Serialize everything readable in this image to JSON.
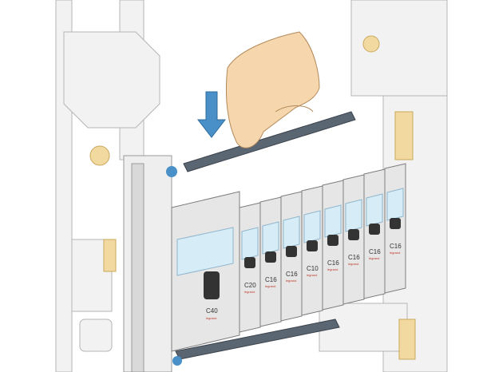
{
  "illustration": {
    "main_breaker": {
      "rating": "C40",
      "brand": "legrand"
    },
    "breaker_row": [
      {
        "rating": "C20",
        "brand": "legrand"
      },
      {
        "rating": "C16",
        "brand": "legrand"
      },
      {
        "rating": "C16",
        "brand": "legrand"
      },
      {
        "rating": "C10",
        "brand": "legrand"
      },
      {
        "rating": "C16",
        "brand": "legrand"
      },
      {
        "rating": "C16",
        "brand": "legrand"
      },
      {
        "rating": "C16",
        "brand": "legrand"
      },
      {
        "rating": "C16",
        "brand": "legrand"
      }
    ],
    "colors": {
      "frame": "#f2f2f2",
      "breaker_body": "#e6e6e6",
      "lever": "#333333",
      "label_window": "#d6ecf7",
      "comb_busbar": "#5b6673",
      "arrow": "#4a90c8",
      "skin": "#f6d7ad",
      "rail_mount": "#f2d9a0"
    }
  }
}
